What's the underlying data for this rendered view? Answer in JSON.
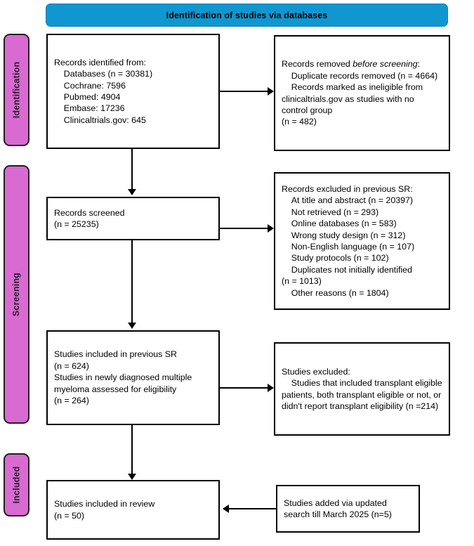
{
  "diagram": {
    "title": "Identification of studies via databases",
    "colors": {
      "banner": "#1097d0",
      "stage_label": "#d86ad2",
      "box_border": "#000000",
      "text": "#000000"
    }
  },
  "stages": [
    {
      "id": "identification",
      "label": "Identification"
    },
    {
      "id": "screening",
      "label": "Screening"
    },
    {
      "id": "included",
      "label": "Included"
    }
  ],
  "boxes": {
    "records_identified": {
      "name": "records-identified-box",
      "text": "Records identified from:\n    Databases (n = 30381)\n    Cochrane: 7596\n    Pubmed: 4904\n    Embase: 17236\n    Clinicaltrials.gov: 645"
    },
    "records_removed": {
      "name": "records-removed-box",
      "line1": "Records removed ",
      "line1_italic": "before screening",
      "line1_tail": ":",
      "rest": "\n    Duplicate records removed (n = 4664)\n    Records marked as ineligible from clinicaltrials.gov as studies with no control group\n(n = 482)"
    },
    "records_screened": {
      "name": "records-screened-box",
      "text": "Records screened\n(n = 25235)"
    },
    "records_excluded": {
      "name": "records-excluded-box",
      "text": "Records excluded in previous SR:\n    At title and abstract (n = 20397)\n    Not retrieved (n = 293)\n    Online databases (n = 583)\n    Wrong study design (n = 312)\n    Non-English language (n = 107)\n    Study protocols (n = 102)\n    Duplicates not initially identified\n(n = 1013)\n    Other reasons (n = 1804)"
    },
    "studies_assessed": {
      "name": "studies-assessed-box",
      "text": "Studies included in previous SR\n(n = 624)\nStudies in newly diagnosed multiple myeloma assessed for eligibility\n(n = 264)"
    },
    "studies_excluded": {
      "name": "studies-excluded-box",
      "text": "Studies excluded:\n    Studies that included transplant eligible patients, both transplant eligible or not, or didn't report transplant eligibility (n =214)"
    },
    "studies_included": {
      "name": "studies-included-box",
      "text": "Studies included in review\n(n = 50)"
    },
    "studies_added": {
      "name": "studies-added-box",
      "text": "Studies added via updated search till March 2025 (n=5)"
    }
  },
  "chart_data": {
    "type": "diagram",
    "subtype": "prisma-flow",
    "title": "Identification of studies via databases",
    "nodes": [
      {
        "id": "records_identified",
        "stage": "Identification",
        "column": "left",
        "label": "Records identified from",
        "counts": {
          "Databases": 30381,
          "Cochrane": 7596,
          "Pubmed": 4904,
          "Embase": 17236,
          "Clinicaltrials.gov": 645
        }
      },
      {
        "id": "records_removed",
        "stage": "Identification",
        "column": "right",
        "label": "Records removed before screening",
        "counts": {
          "Duplicate records removed": 4664,
          "Records marked as ineligible from clinicaltrials.gov as studies with no control group": 482
        }
      },
      {
        "id": "records_screened",
        "stage": "Screening",
        "column": "left",
        "label": "Records screened",
        "counts": {
          "n": 25235
        }
      },
      {
        "id": "records_excluded",
        "stage": "Screening",
        "column": "right",
        "label": "Records excluded in previous SR",
        "counts": {
          "At title and abstract": 20397,
          "Not retrieved": 293,
          "Online databases": 583,
          "Wrong study design": 312,
          "Non-English language": 107,
          "Study protocols": 102,
          "Duplicates not initially identified": 1013,
          "Other reasons": 1804
        }
      },
      {
        "id": "studies_assessed",
        "stage": "Screening",
        "column": "left",
        "label": "Studies included in previous SR / assessed for eligibility",
        "counts": {
          "Studies included in previous SR": 624,
          "Studies assessed for eligibility": 264
        }
      },
      {
        "id": "studies_excluded",
        "stage": "Screening",
        "column": "right",
        "label": "Studies excluded",
        "counts": {
          "n": 214
        }
      },
      {
        "id": "studies_included",
        "stage": "Included",
        "column": "left",
        "label": "Studies included in review",
        "counts": {
          "n": 50
        }
      },
      {
        "id": "studies_added",
        "stage": "Included",
        "column": "right",
        "label": "Studies added via updated search till March 2025",
        "counts": {
          "n": 5
        }
      }
    ],
    "edges": [
      {
        "from": "records_identified",
        "to": "records_removed",
        "direction": "right"
      },
      {
        "from": "records_identified",
        "to": "records_screened",
        "direction": "down"
      },
      {
        "from": "records_screened",
        "to": "records_excluded",
        "direction": "right"
      },
      {
        "from": "records_screened",
        "to": "studies_assessed",
        "direction": "down"
      },
      {
        "from": "studies_assessed",
        "to": "studies_excluded",
        "direction": "right"
      },
      {
        "from": "studies_assessed",
        "to": "studies_included",
        "direction": "down"
      },
      {
        "from": "studies_added",
        "to": "studies_included",
        "direction": "left"
      }
    ]
  }
}
